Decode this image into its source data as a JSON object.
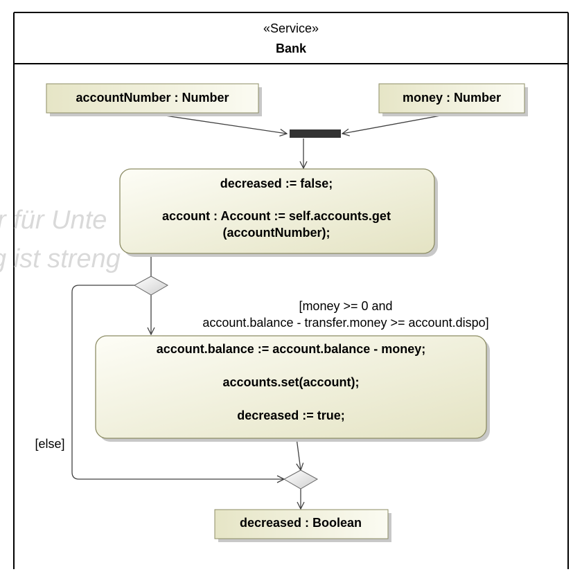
{
  "frame": {
    "stereotype": "«Service»",
    "name": "Bank"
  },
  "watermark": {
    "line1": "r für Unte",
    "line2": "g ist streng"
  },
  "pins": {
    "account_number": "accountNumber : Number",
    "money": "money : Number",
    "decreased": "decreased : Boolean"
  },
  "actions": {
    "init": {
      "line1": "decreased := false;",
      "line2": "account : Account := self.accounts.get",
      "line3": "(accountNumber);"
    },
    "withdraw": {
      "line1": "account.balance  := account.balance - money;",
      "line2": "accounts.set(account);",
      "line3": "decreased := true;"
    }
  },
  "guards": {
    "then_line1": "[money >= 0 and",
    "then_line2": "account.balance - transfer.money >= account.dispo]",
    "else": "[else]"
  },
  "colors": {
    "node_fill_top": "#fbfbf2",
    "node_fill_bottom": "#e6e5c6",
    "node_border": "#8c8c64",
    "shadow": "#c8c8c8"
  }
}
